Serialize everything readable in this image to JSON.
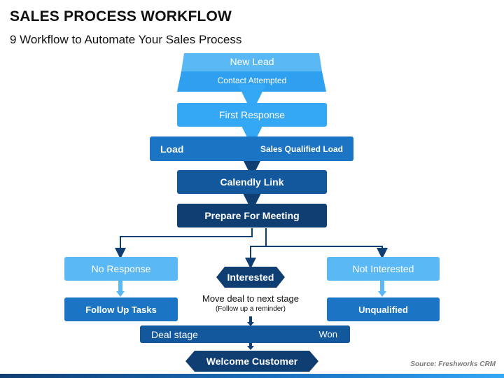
{
  "header": {
    "title": "SALES PROCESS WORKFLOW",
    "subtitle": "9 Workflow to Automate Your Sales Process"
  },
  "funnel": {
    "top_label": "New Lead",
    "bottom_label": "Contact Attempted"
  },
  "steps": {
    "first_response": "First Response",
    "lead_label": "Load",
    "sales_qualified": "Sales Qualified Load",
    "calendly": "Calendly Link",
    "prepare": "Prepare For Meeting"
  },
  "branches": {
    "no_response": "No Response",
    "follow_up": "Follow Up Tasks",
    "interested": "Interested",
    "move_deal": "Move deal to next stage",
    "reminder": "(Follow up a reminder)",
    "not_interested": "Not Interested",
    "unqualified": "Unqualified"
  },
  "final": {
    "deal_stage": "Deal stage",
    "won": "Won",
    "welcome": "Welcome Customer"
  },
  "footer": {
    "source": "Source: Freshworks CRM"
  },
  "colors": {
    "light_blue": "#35a8f5",
    "mid_blue": "#1b74c4",
    "dark_blue": "#0f3e73"
  }
}
